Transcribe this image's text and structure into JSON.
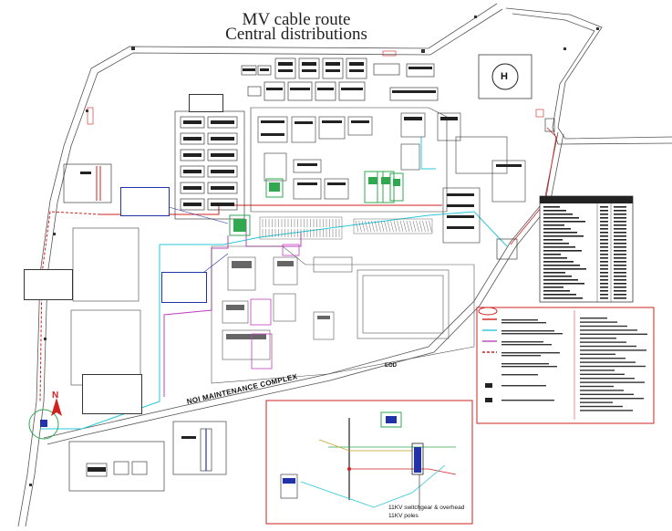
{
  "drawing": {
    "title_line1": "MV cable route",
    "title_line2": "Central distributions",
    "complex_label": "NOI MAINTENANCE COMPLEX",
    "road_label": "EOD",
    "north_label": "N",
    "heliport_label": "H",
    "inset_caption_line1": "11KV switchgear & overhead",
    "inset_caption_line2": "11KV poles"
  },
  "colors": {
    "road": "#555555",
    "building": "#222222",
    "cable_red": "#d21f1f",
    "cable_cyan": "#27c8d8",
    "cable_magenta": "#c040c0",
    "substation_green": "#2fa84f",
    "frame_red": "#cc2222",
    "frame_blue": "#2233aa"
  },
  "icons": {
    "north_arrow": "north-arrow-icon",
    "heliport": "heliport-icon"
  }
}
